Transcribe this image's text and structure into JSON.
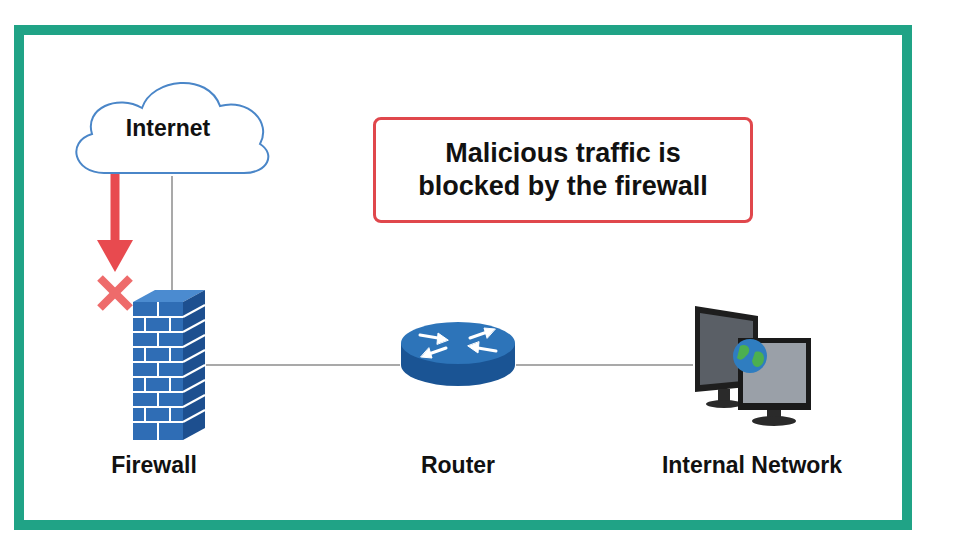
{
  "diagram": {
    "nodes": [
      {
        "text": [
          "Internet"
        ]
      },
      {
        "text": [
          "Malicious traffic is blocked by the firewall"
        ]
      },
      {
        "text": [
          "Firewall"
        ]
      },
      {
        "text": [
          "Router"
        ]
      },
      {
        "text": [
          "Internal Network"
        ]
      }
    ],
    "edges": [
      {
        "from": 0,
        "to": 2,
        "arrow": "none"
      },
      {
        "from": 2,
        "to": 3,
        "arrow": "none"
      },
      {
        "from": 3,
        "to": 4,
        "arrow": "none"
      }
    ]
  }
}
